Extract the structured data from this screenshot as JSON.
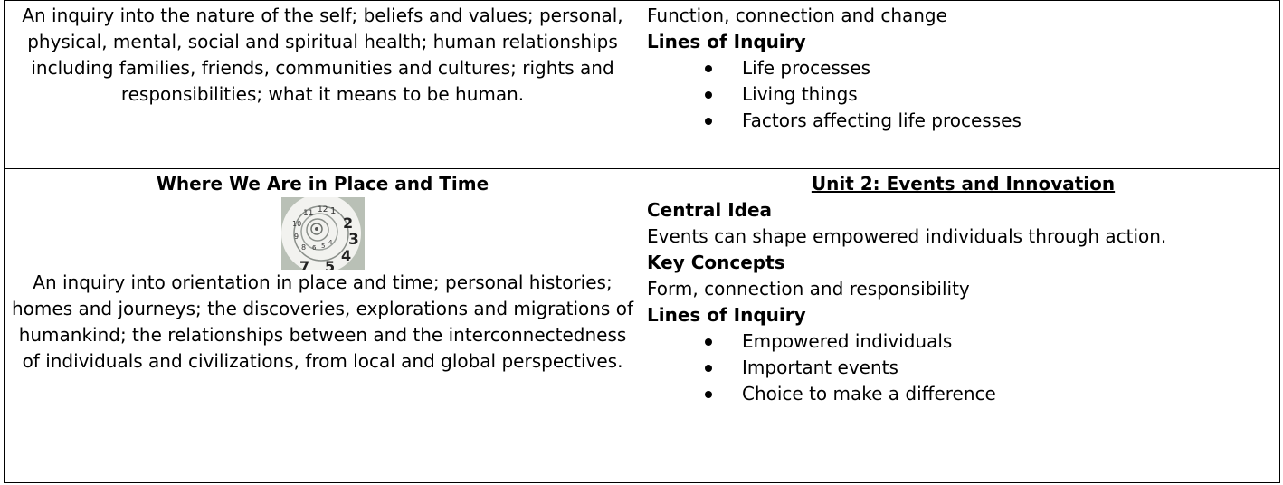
{
  "row1": {
    "left_text": "An inquiry into the nature of the self; beliefs and values; personal, physical, mental, social and spiritual health; human relationships including families, friends, communities and cultures; rights and responsibilities; what it means to be human.",
    "right": {
      "key_concepts_text": "Function, connection and change",
      "lines_heading": "Lines of Inquiry",
      "lines": [
        "Life processes",
        "Living things",
        "Factors affecting life processes"
      ]
    }
  },
  "row2": {
    "left": {
      "theme_title": "Where We Are in Place and Time",
      "image_icon": "spiral-clock-image",
      "description": "An inquiry into orientation in place and time; personal histories; homes and journeys; the discoveries, explorations and migrations of humankind; the relationships between and the interconnectedness of individuals and civilizations, from local and global perspectives."
    },
    "right": {
      "unit_title": "Unit 2: Events and Innovation",
      "central_idea_heading": "Central Idea",
      "central_idea_text": "Events can shape empowered individuals through action.",
      "key_concepts_heading": "Key Concepts",
      "key_concepts_text": "Form, connection and responsibility",
      "lines_heading": "Lines of Inquiry",
      "lines": [
        "Empowered individuals",
        "Important events",
        "Choice to make a difference"
      ]
    }
  }
}
